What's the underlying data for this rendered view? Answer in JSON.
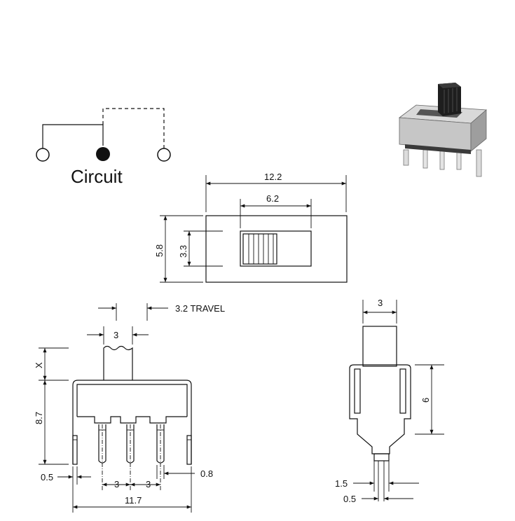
{
  "circuit": {
    "label": "Circuit"
  },
  "top_view": {
    "width": "12.2",
    "slot_width": "6.2",
    "height": "5.8",
    "slot_height": "3.3"
  },
  "front_view": {
    "travel": "3.2 TRAVEL",
    "actuator_width": "3",
    "actuator_height": "X",
    "body_height": "8.7",
    "pin_thickness": "0.5",
    "pin_pitch_left": "3",
    "pin_pitch_right": "3",
    "pin_width": "0.8",
    "overall_width": "11.7"
  },
  "side_view": {
    "actuator_width": "3",
    "height": "6",
    "pin_width": "1.5",
    "pin_thickness": "0.5"
  },
  "colors": {
    "ink": "#111111",
    "body_gray": "#c8c8c8",
    "actuator_dark": "#1e1e1e",
    "pin_silver": "#d8d8d8"
  }
}
